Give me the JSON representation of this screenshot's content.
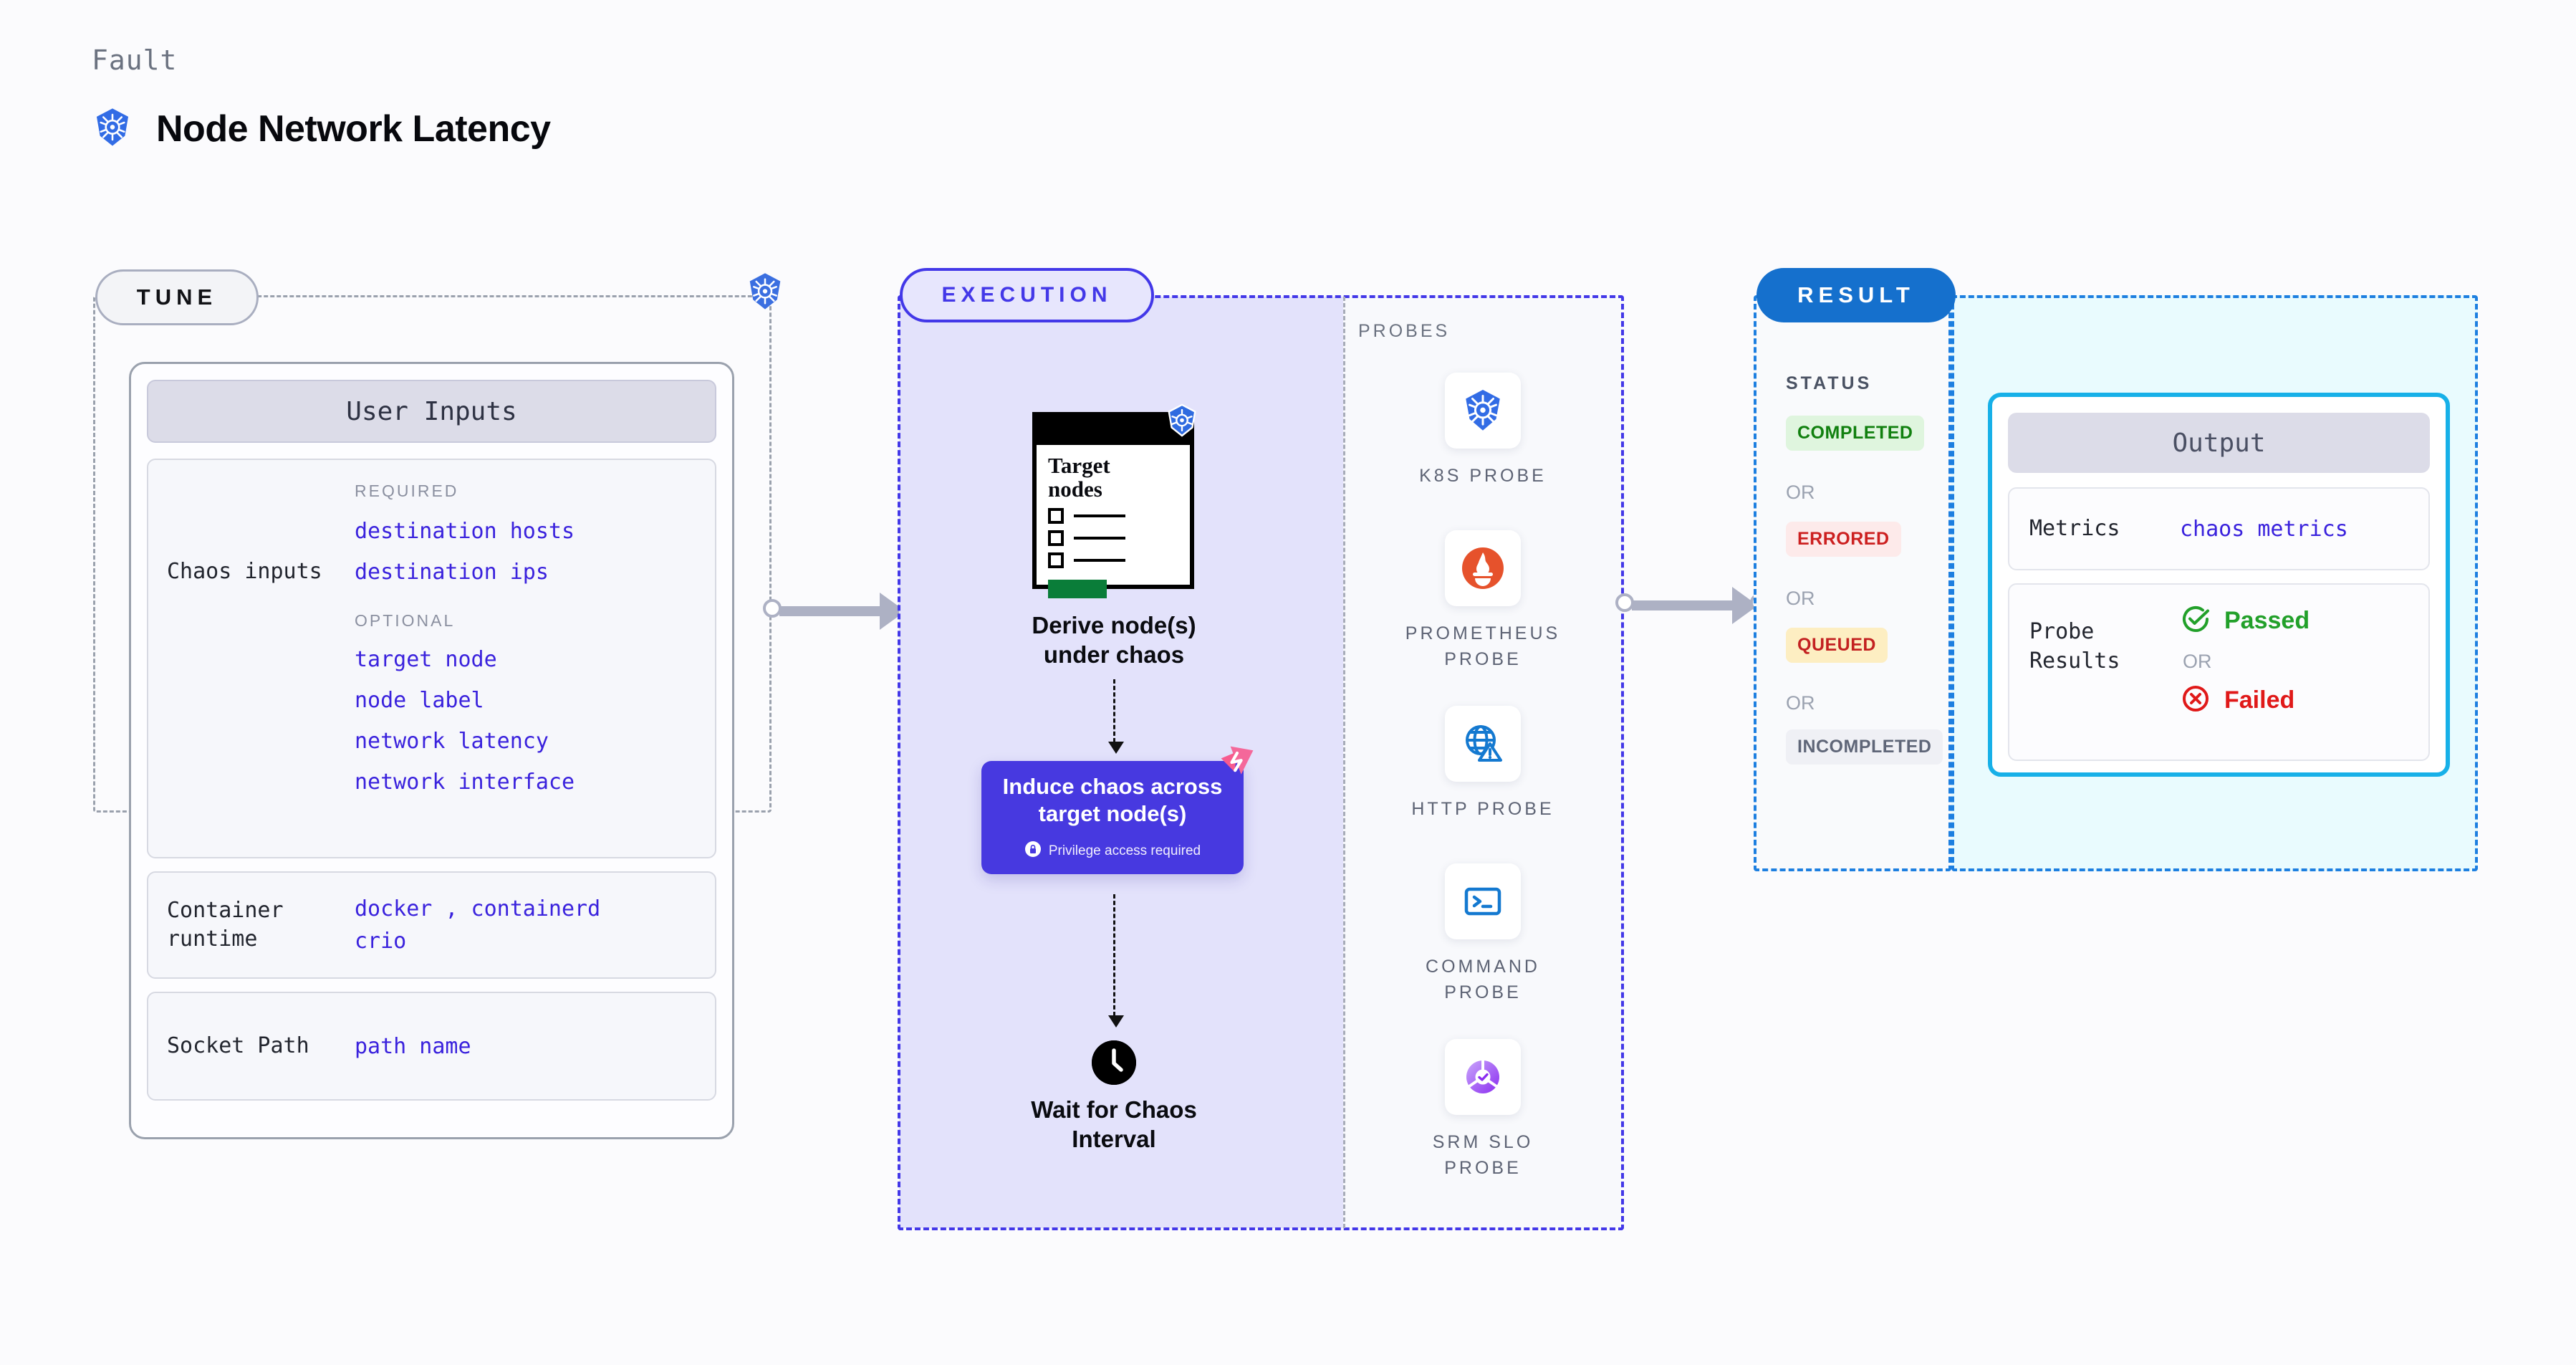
{
  "header": {
    "eyebrow": "Fault",
    "title": "Node Network Latency",
    "logo_icon": "kubernetes-icon"
  },
  "tune": {
    "pill_label": "TUNE",
    "badge_icon": "kubernetes-icon",
    "card_title": "User Inputs",
    "chaos_inputs": {
      "label": "Chaos inputs",
      "required_caption": "REQUIRED",
      "required": [
        "destination hosts",
        "destination ips"
      ],
      "optional_caption": "OPTIONAL",
      "optional": [
        "target node",
        "node label",
        "network latency",
        "network interface"
      ]
    },
    "container_runtime": {
      "label": "Container runtime",
      "values_line1": "docker , containerd",
      "values_line2": "crio"
    },
    "socket_path": {
      "label": "Socket Path",
      "value": "path name"
    }
  },
  "execution": {
    "pill_label": "EXECUTION",
    "doc": {
      "title_line1": "Target",
      "title_line2": "nodes",
      "badge_icon": "kubernetes-icon"
    },
    "step1_caption_line1": "Derive node(s)",
    "step1_caption_line2": "under chaos",
    "chaos_card": {
      "title_line1": "Induce chaos across",
      "title_line2": "target node(s)",
      "privilege_note": "Privilege access required",
      "lock_icon": "lock-icon",
      "corner_icon": "litmus-icon"
    },
    "step3_caption_line1": "Wait for Chaos",
    "step3_caption_line2": "Interval",
    "clock_icon": "clock-icon",
    "probes_label": "PROBES",
    "probes": [
      {
        "name_line1": "K8S PROBE",
        "name_line2": "",
        "icon": "kubernetes-icon"
      },
      {
        "name_line1": "PROMETHEUS",
        "name_line2": "PROBE",
        "icon": "prometheus-icon"
      },
      {
        "name_line1": "HTTP PROBE",
        "name_line2": "",
        "icon": "globe-warning-icon"
      },
      {
        "name_line1": "COMMAND",
        "name_line2": "PROBE",
        "icon": "terminal-icon"
      },
      {
        "name_line1": "SRM SLO",
        "name_line2": "PROBE",
        "icon": "slo-gauge-icon"
      }
    ]
  },
  "result": {
    "pill_label": "RESULT",
    "status_label": "STATUS",
    "or_label": "OR",
    "statuses": [
      {
        "label": "COMPLETED",
        "bg": "#dff5de",
        "fg": "#11800f"
      },
      {
        "label": "ERRORED",
        "bg": "#fdeaea",
        "fg": "#cc2020"
      },
      {
        "label": "QUEUED",
        "bg": "#fdeec2",
        "fg": "#c32121"
      },
      {
        "label": "INCOMPLETED",
        "bg": "#eff0f5",
        "fg": "#5f6678"
      }
    ],
    "output": {
      "title": "Output",
      "metrics_label": "Metrics",
      "metrics_value": "chaos metrics",
      "probe_results_label_line1": "Probe",
      "probe_results_label_line2": "Results",
      "passed_label": "Passed",
      "failed_label": "Failed",
      "or_label": "OR",
      "passed_icon": "check-circle-icon",
      "failed_icon": "x-circle-icon"
    }
  },
  "colors": {
    "accent_purple": "#4338e8",
    "input_value": "#3a22dd",
    "result_blue": "#1570cd",
    "output_border": "#17b0e8",
    "k8s_blue": "#326ce5",
    "litmus_pink": "#f4689a"
  }
}
